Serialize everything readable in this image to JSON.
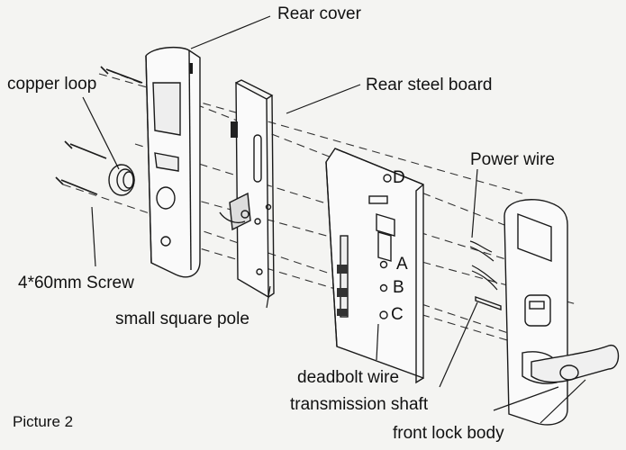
{
  "diagram": {
    "labels": {
      "rear_cover": "Rear cover",
      "rear_steel_board": "Rear steel board",
      "copper_loop": "copper loop",
      "power_wire": "Power wire",
      "screw": "4*60mm Screw",
      "small_square_pole": "small square pole",
      "deadbolt_wire": "deadbolt wire",
      "transmission_shaft": "transmission shaft",
      "front_lock_body": "front lock body",
      "caption": "Picture 2"
    },
    "hole_marks": {
      "a": "A",
      "b": "B",
      "c": "C",
      "d": "D"
    }
  }
}
